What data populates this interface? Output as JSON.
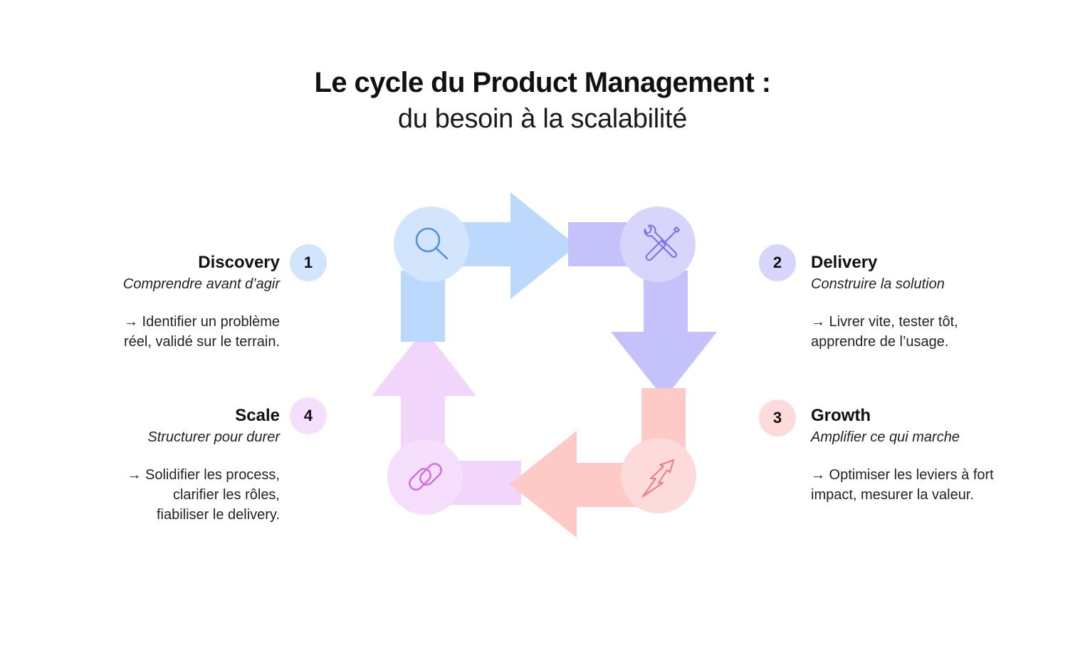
{
  "header": {
    "title": "Le cycle du Product Management :",
    "subtitle": "du besoin à la scalabilité"
  },
  "stages": [
    {
      "number": "1",
      "name": "Discovery",
      "tagline": "Comprendre avant d’agir",
      "description": "→ Identifier un problème\nréel, validé sur le terrain.",
      "icon": "magnifier-icon",
      "color": "#bcd8fc",
      "circle_color": "#d3e5fd"
    },
    {
      "number": "2",
      "name": "Delivery",
      "tagline": "Construire la solution",
      "description": "→ Livrer vite, tester tôt,\napprendre de l’usage.",
      "icon": "tools-icon",
      "color": "#c5c1fb",
      "circle_color": "#d8d5fd"
    },
    {
      "number": "3",
      "name": "Growth",
      "tagline": "Amplifier ce qui marche",
      "description": "→ Optimiser les leviers à fort\nimpact, mesurer la valeur.",
      "icon": "lightning-arrow-icon",
      "color": "#fdcac8",
      "circle_color": "#fddbda"
    },
    {
      "number": "4",
      "name": "Scale",
      "tagline": "Structurer pour durer",
      "description": "→ Solidifier les process,\nclarifier les rôles,\nfiabiliser le delivery.",
      "icon": "chain-link-icon",
      "color": "#f2d5fb",
      "circle_color": "#f5dffc"
    }
  ]
}
